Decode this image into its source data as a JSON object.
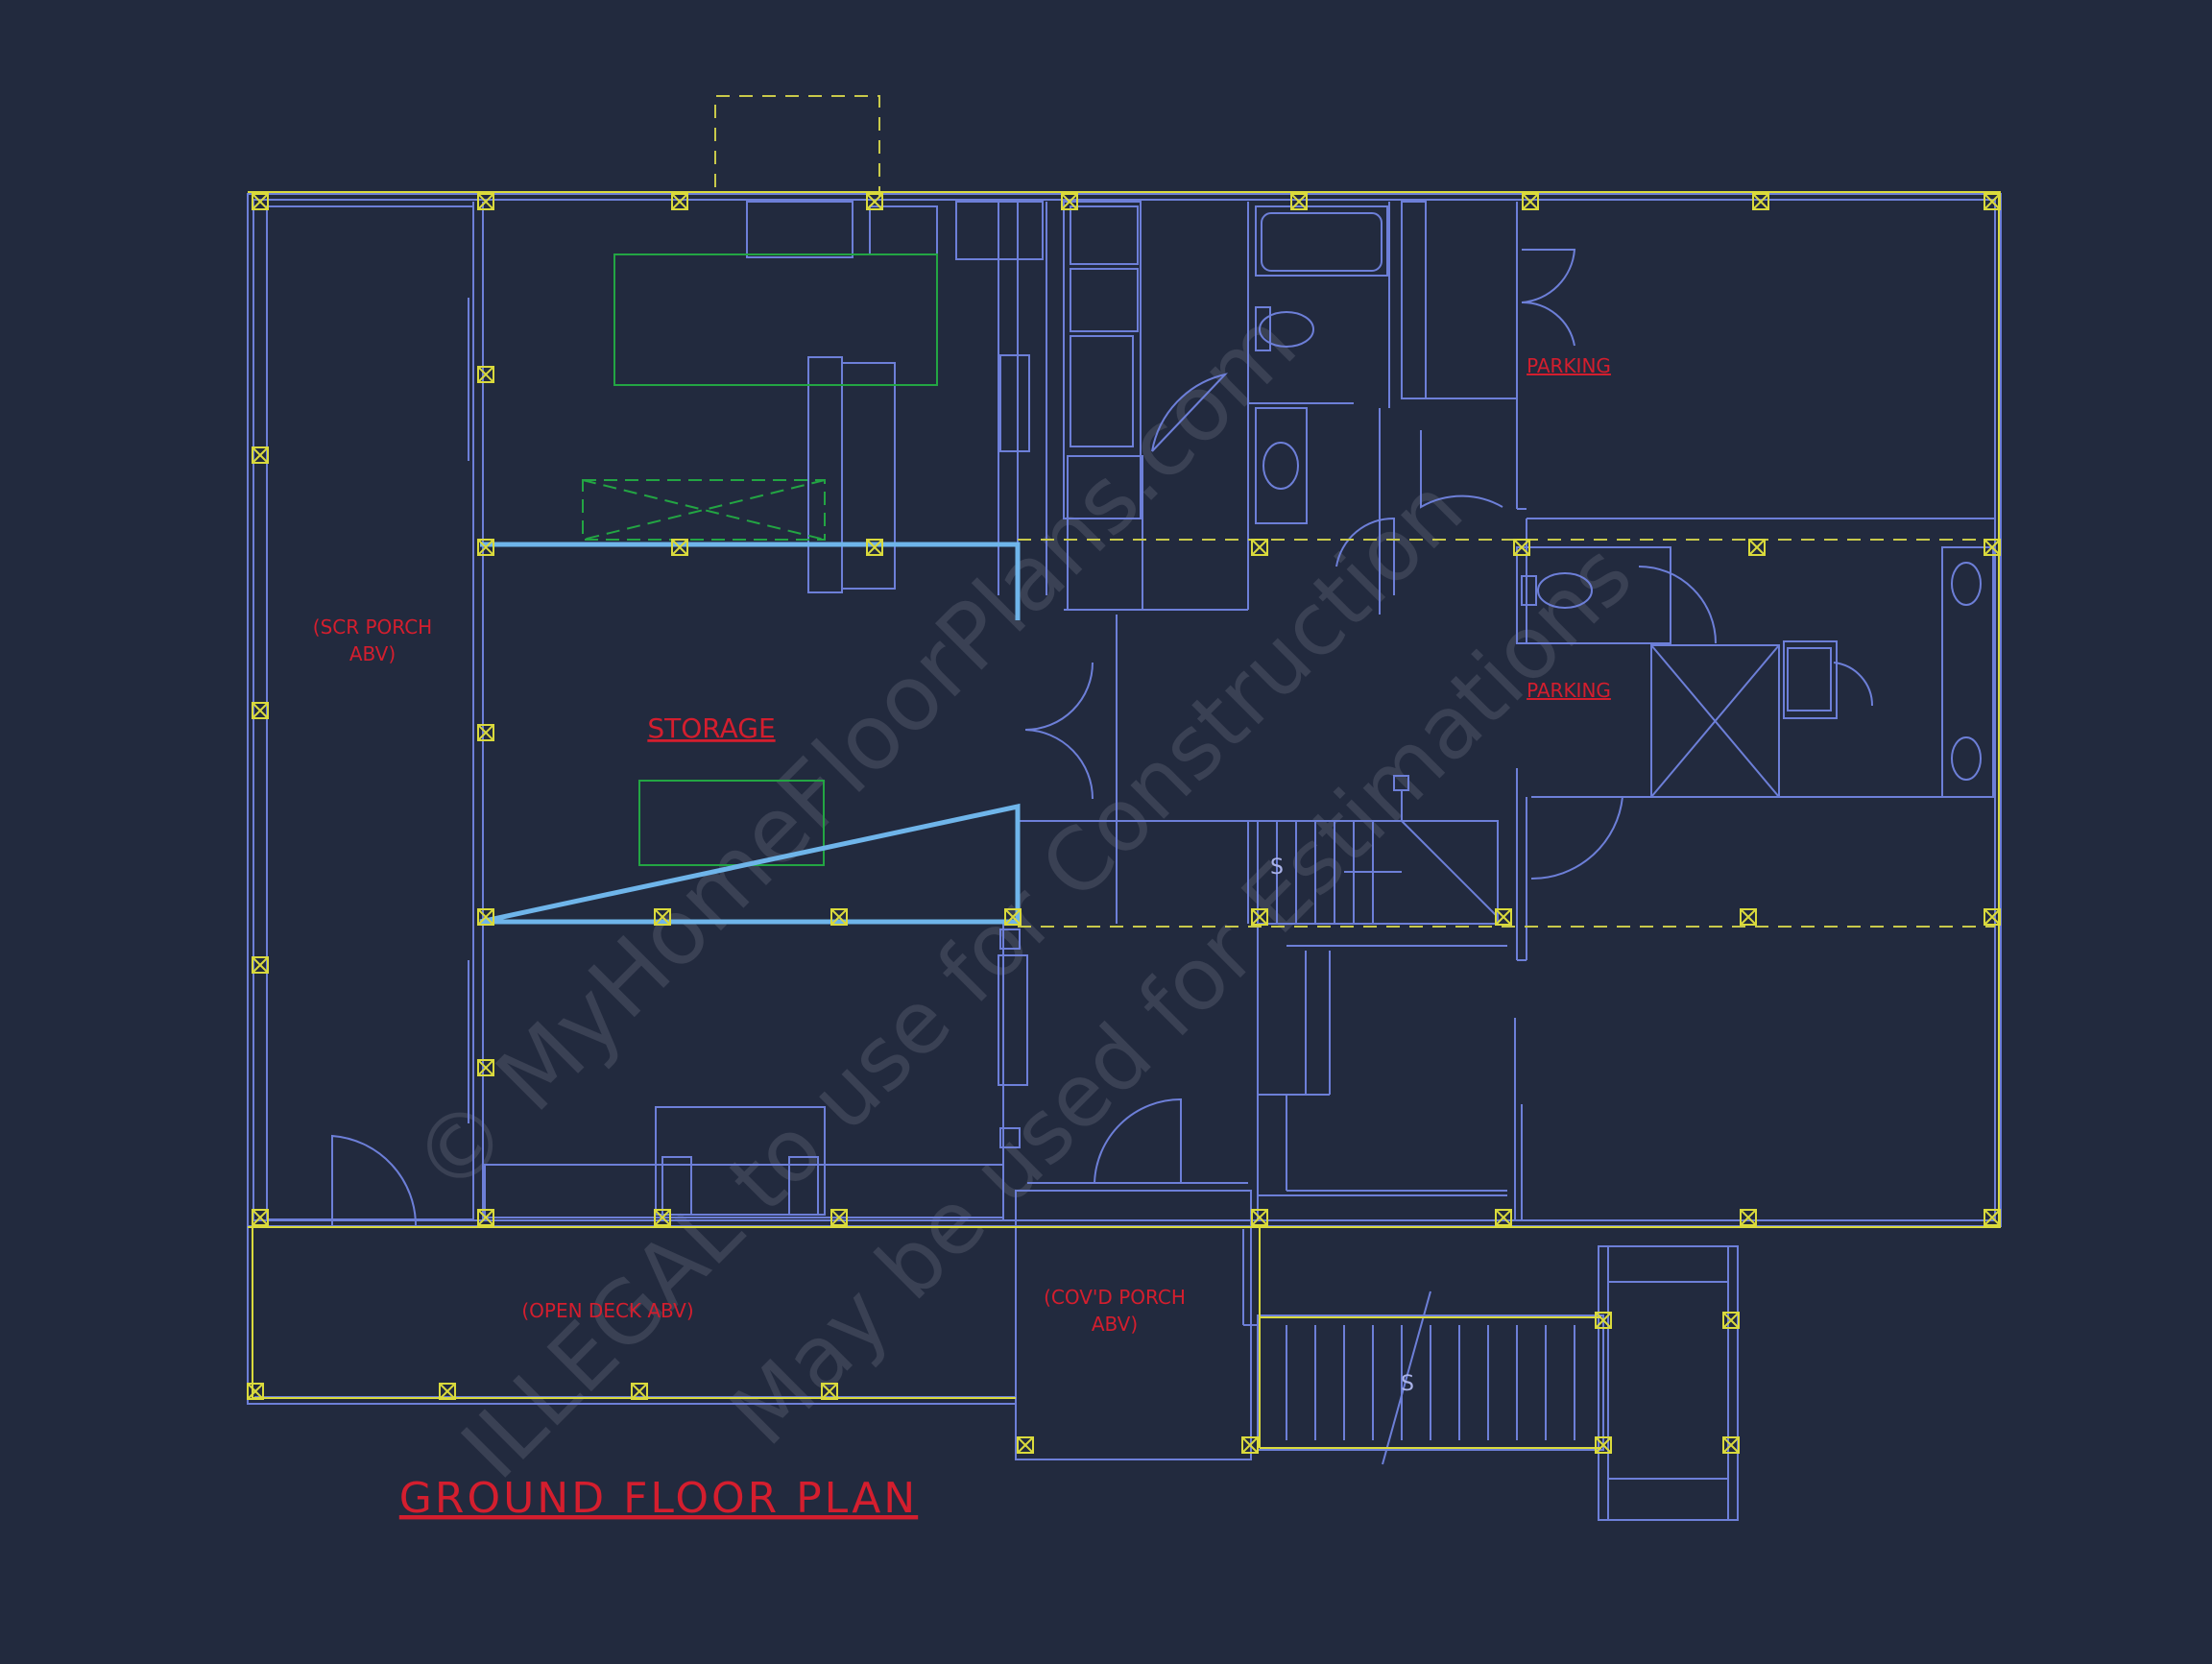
{
  "plan": {
    "title": "GROUND FLOOR PLAN",
    "labels": {
      "scr_porch": [
        "(SCR PORCH",
        "ABV)"
      ],
      "storage": "STORAGE",
      "parking_top": "PARKING",
      "parking_mid": "PARKING",
      "open_deck": "(OPEN DECK ABV)",
      "covd_porch": [
        "(COV'D PORCH",
        "ABV)"
      ]
    },
    "stair_marks": [
      "S",
      "S"
    ]
  },
  "watermark": {
    "line1": "© MyHomeFloorPlans.com",
    "line2": "ILLEGAL to use for Construction",
    "line3": "May be used for Estimations"
  },
  "colors": {
    "background": "#222a3e",
    "wall": "#6d7fd8",
    "column": "#dada3c",
    "label": "#d41e2e",
    "storage": "#6fb5ea",
    "fixture": "#23a543"
  }
}
